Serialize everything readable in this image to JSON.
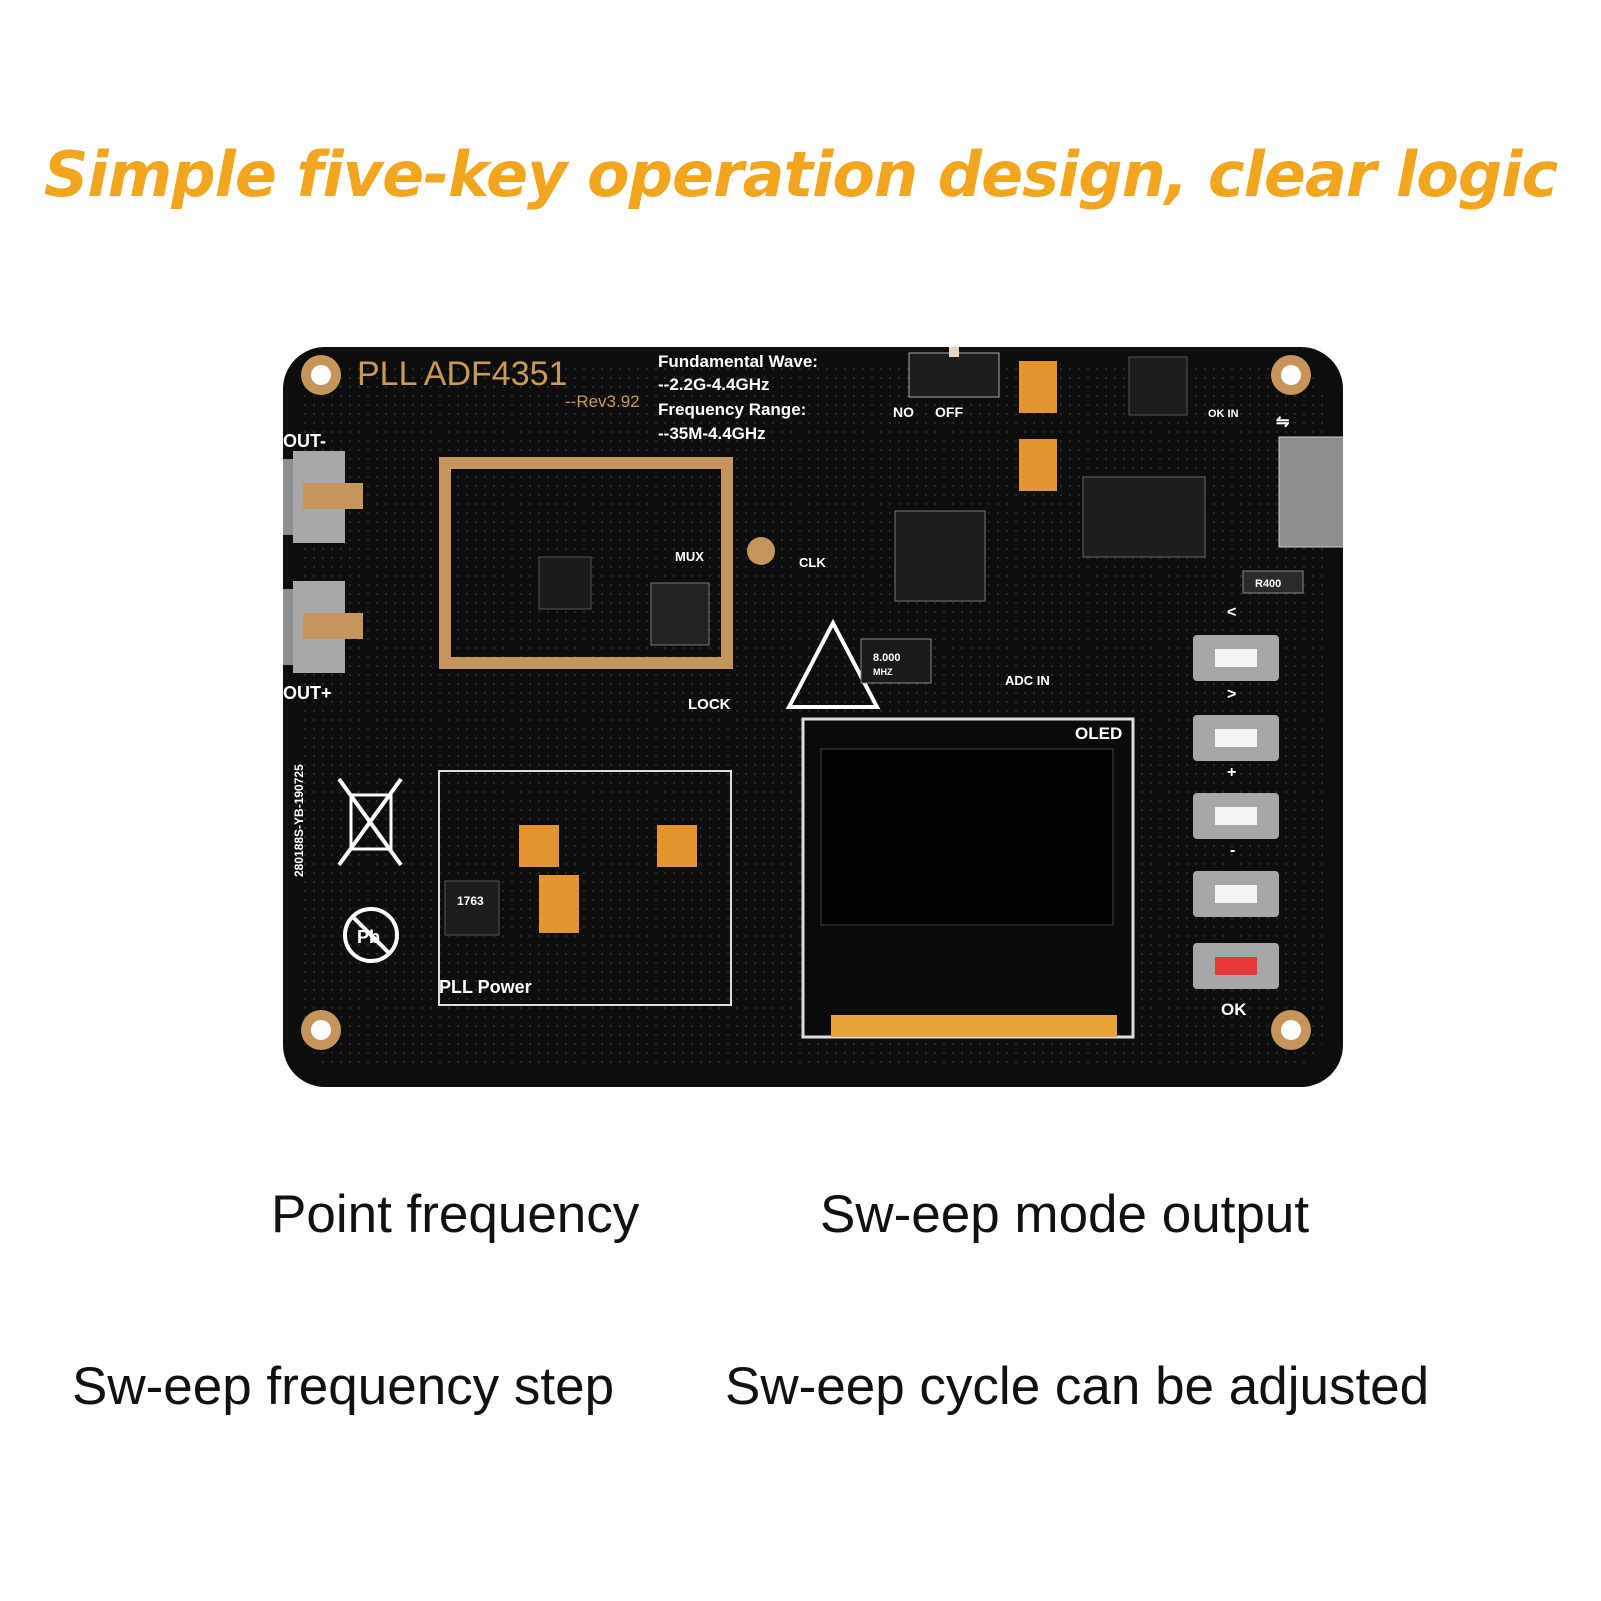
{
  "headline": "Simple five-key operation design, clear logic",
  "colors": {
    "headline": "#f2a51f",
    "board": "#0d0d0d",
    "gold": "#c6955b",
    "button_ok": "#e53a3a"
  },
  "board": {
    "title": "PLL  ADF4351",
    "revision": "--Rev3.92",
    "spec_line1": "Fundamental Wave:",
    "spec_line2": "--2.2G-4.4GHz",
    "spec_line3": "Frequency Range:",
    "spec_line4": "--35M-4.4GHz",
    "out_minus": "OUT-",
    "out_plus": "OUT+",
    "mux": "MUX",
    "clk": "CLK",
    "lock": "LOCK",
    "switch_on": "NO",
    "switch_off": "OFF",
    "ok_in": "OK IN",
    "adc_in": "ADC IN",
    "oled": "OLED",
    "power_label": "PLL Power",
    "serial": "280188S-YB-190725",
    "crystal": "8.000",
    "crystal_unit": "MHZ",
    "resistor": "R400",
    "chip_1763": "1763",
    "keys": [
      "<",
      ">",
      "+",
      "-",
      "OK"
    ]
  },
  "captions": {
    "point_frequency": "Point frequency",
    "sweep_mode": "Sw-eep mode output",
    "sweep_step": "Sw-eep frequency step",
    "sweep_cycle": "Sw-eep cycle can be adjusted"
  }
}
